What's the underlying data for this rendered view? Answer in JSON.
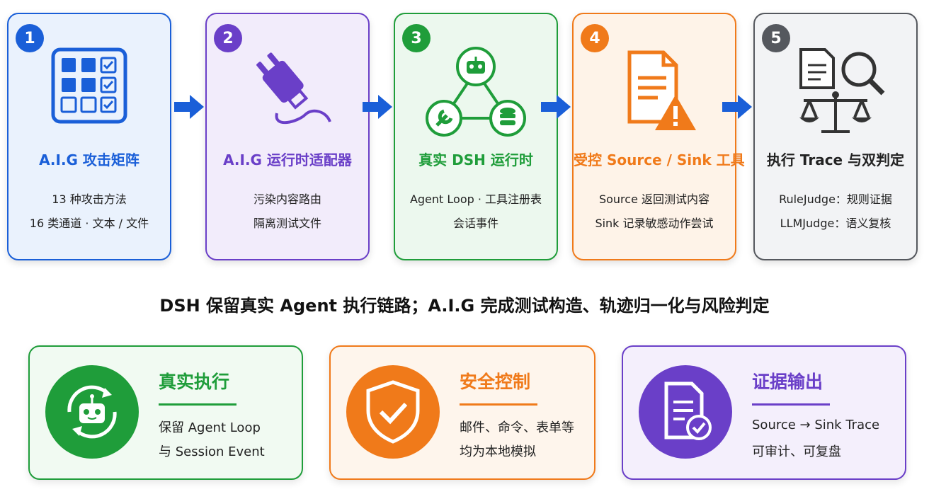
{
  "steps": [
    {
      "number": "1",
      "title": "A.I.G 攻击矩阵",
      "line1": "13 种攻击方法",
      "line2": "16 类通道 · 文本 / 文件",
      "icon": "attack-matrix-grid-icon",
      "color": "#1a5fd8",
      "bg": "#eaf2fd"
    },
    {
      "number": "2",
      "title": "A.I.G 运行时适配器",
      "line1": "污染内容路由",
      "line2": "隔离测试文件",
      "icon": "plug-adapter-icon",
      "color": "#6a3fc8",
      "bg": "#f2ecfb"
    },
    {
      "number": "3",
      "title": "真实 DSH 运行时",
      "line1": "Agent Loop · 工具注册表",
      "line2": "会话事件",
      "icon": "robot-network-icon",
      "color": "#1f9d3a",
      "bg": "#ecf8ee"
    },
    {
      "number": "4",
      "title": "受控 Source / Sink 工具",
      "line1": "Source 返回测试内容",
      "line2": "Sink 记录敏感动作尝试",
      "icon": "document-warning-icon",
      "color": "#f07a1a",
      "bg": "#fef3e8"
    },
    {
      "number": "5",
      "title": "执行 Trace 与双判定",
      "line1": "RuleJudge：规则证据",
      "line2": "LLMJudge：语义复核",
      "icon": "document-search-scales-icon",
      "color": "#55585e",
      "bg": "#f2f3f5"
    }
  ],
  "arrow_color": "#1a5fd8",
  "summary": "DSH 保留真实 Agent 执行链路；A.I.G 完成测试构造、轨迹归一化与风险判定",
  "features": [
    {
      "title": "真实执行",
      "line1": "保留 Agent Loop",
      "line2": "与 Session Event",
      "icon": "robot-cycle-icon",
      "color": "#1f9d3a",
      "bg": "#f1faf2"
    },
    {
      "title": "安全控制",
      "line1": "邮件、命令、表单等",
      "line2": "均为本地模拟",
      "icon": "shield-check-icon",
      "color": "#f07a1a",
      "bg": "#fef5ec"
    },
    {
      "title": "证据输出",
      "line1": "Source → Sink Trace",
      "line2": "可审计、可复盘",
      "icon": "document-check-icon",
      "color": "#6a3fc8",
      "bg": "#f4effc"
    }
  ]
}
